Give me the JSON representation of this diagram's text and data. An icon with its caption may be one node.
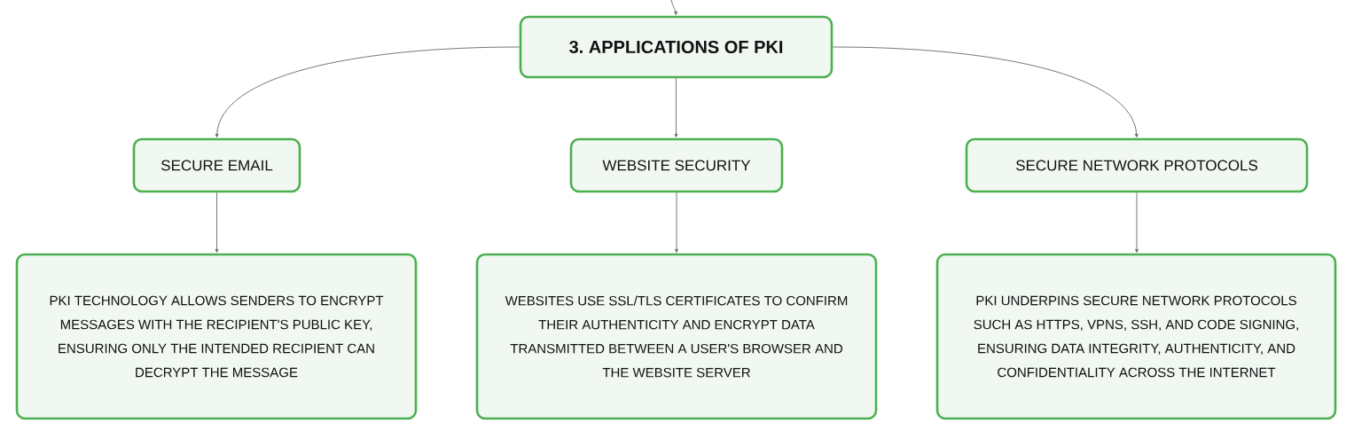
{
  "diagram": {
    "nodes": [
      {
        "text": [
          "3. APPLICATIONS OF PKI"
        ]
      },
      {
        "text": [
          "SECURE EMAIL"
        ]
      },
      {
        "text": [
          "WEBSITE SECURITY"
        ]
      },
      {
        "text": [
          "SECURE NETWORK PROTOCOLS"
        ]
      },
      {
        "text": [
          "PKI TECHNOLOGY ALLOWS SENDERS TO ENCRYPT MESSAGES WITH THE RECIPIENT'S PUBLIC KEY, ENSURING ONLY THE INTENDED RECIPIENT CAN DECRYPT THE MESSAGE"
        ]
      },
      {
        "text": [
          "WEBSITES USE SSL/TLS CERTIFICATES TO CONFIRM THEIR AUTHENTICITY AND ENCRYPT DATA TRANSMITTED BETWEEN A USER'S BROWSER AND THE WEBSITE SERVER"
        ]
      },
      {
        "text": [
          "PKI UNDERPINS SECURE NETWORK PROTOCOLS SUCH AS HTTPS, VPNS, SSH, AND CODE SIGNING, ENSURING DATA INTEGRITY, AUTHENTICITY, AND CONFIDENTIALITY ACROSS THE INTERNET"
        ]
      }
    ],
    "edges": [
      {
        "from": null,
        "to": 0,
        "arrow": "to"
      },
      {
        "from": 0,
        "to": 1,
        "arrow": "to"
      },
      {
        "from": 0,
        "to": 2,
        "arrow": "to"
      },
      {
        "from": 0,
        "to": 3,
        "arrow": "to"
      },
      {
        "from": 1,
        "to": 4,
        "arrow": "to"
      },
      {
        "from": 2,
        "to": 5,
        "arrow": "to"
      },
      {
        "from": 3,
        "to": 6,
        "arrow": "to"
      }
    ]
  }
}
